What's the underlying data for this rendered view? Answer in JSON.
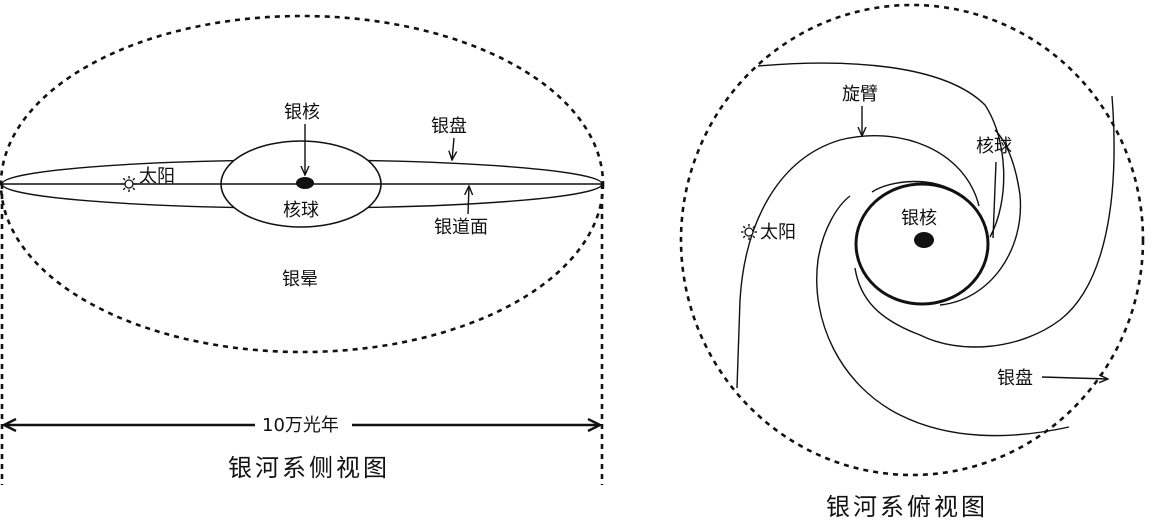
{
  "side_view": {
    "caption": "银河系侧视图",
    "nucleus": "银核",
    "disk": "银盘",
    "sun": "太阳",
    "bulge": "核球",
    "plane": "银道面",
    "halo": "银晕",
    "width": "10万光年"
  },
  "top_view": {
    "caption": "银河系俯视图",
    "arm": "旋臂",
    "bulge": "核球",
    "nucleus": "银核",
    "sun": "太阳",
    "disk": "银盘"
  }
}
